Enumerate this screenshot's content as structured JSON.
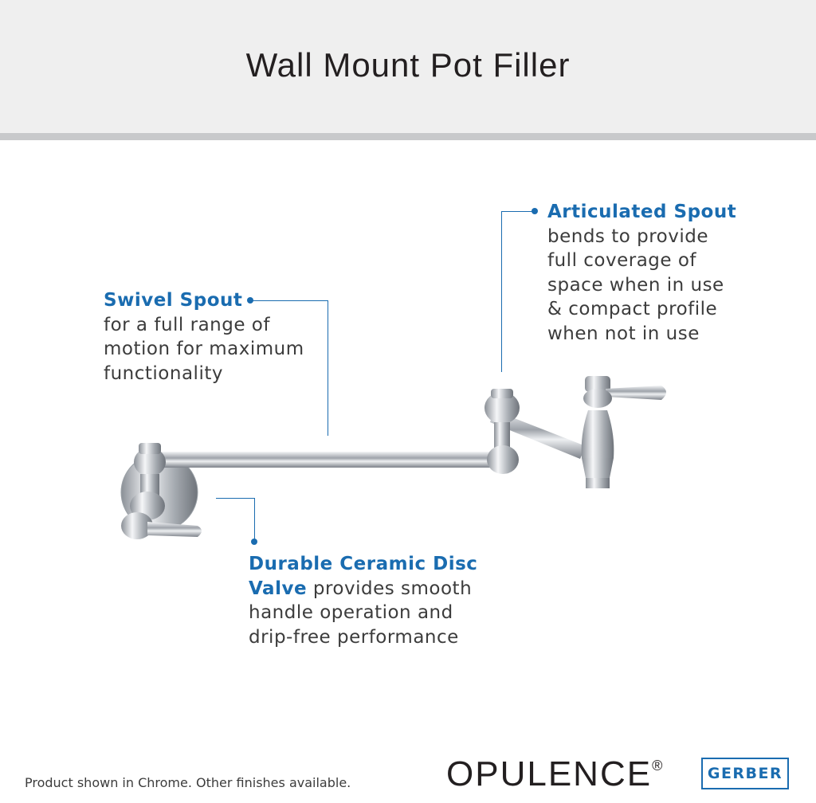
{
  "title": "Wall Mount Pot Filler",
  "callouts": {
    "articulated": {
      "heading": "Articulated Spout",
      "lines": [
        "bends to provide",
        "full coverage of",
        "space when in use",
        "& compact profile",
        "when not in use"
      ]
    },
    "swivel": {
      "heading": "Swivel Spout",
      "lines": [
        "for a full range of",
        "motion for maximum",
        "functionality"
      ]
    },
    "valve": {
      "heading1": "Durable Ceramic Disc",
      "heading2": "Valve",
      "rest": " provides smooth",
      "lines": [
        "handle operation and",
        "drip-free performance"
      ]
    }
  },
  "footnote": "Product shown in Chrome. Other finishes available.",
  "brand": {
    "opulence": "OPULENCE",
    "reg": "®",
    "gerber": "GERBER"
  },
  "colors": {
    "accent": "#1a6cb0",
    "header_bg": "#efefef"
  }
}
